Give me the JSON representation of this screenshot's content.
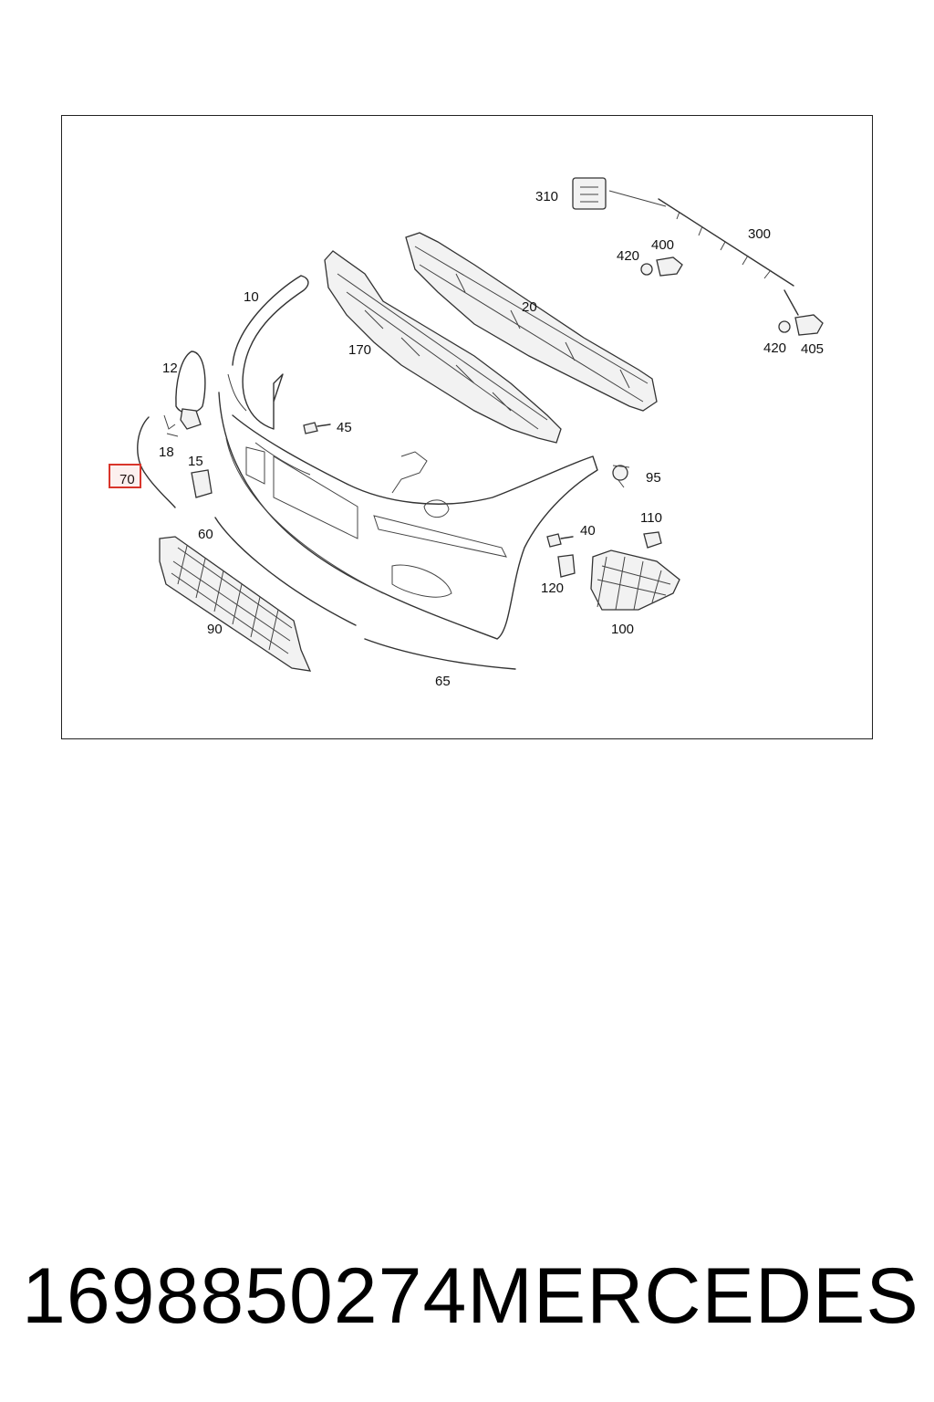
{
  "diagram": {
    "callouts": {
      "c10": "10",
      "c12": "12",
      "c15": "15",
      "c18": "18",
      "c20": "20",
      "c40": "40",
      "c45": "45",
      "c60": "60",
      "c65": "65",
      "c70": "70",
      "c90": "90",
      "c95": "95",
      "c100": "100",
      "c110": "110",
      "c120": "120",
      "c170": "170",
      "c300": "300",
      "c310": "310",
      "c400": "400",
      "c405": "405",
      "c420a": "420",
      "c420b": "420"
    },
    "highlighted_part": "70",
    "highlight_color": "#d9352b"
  },
  "footer": {
    "part_number": "1698850274",
    "brand": "MERCEDES"
  }
}
